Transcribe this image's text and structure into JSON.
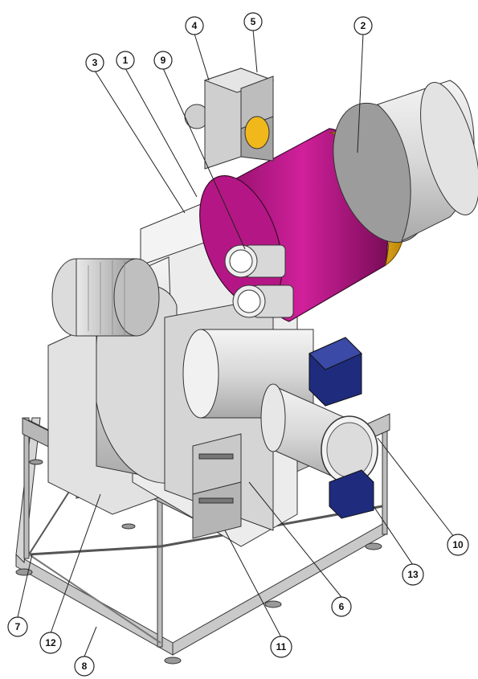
{
  "callouts": [
    {
      "id": "c1",
      "label": "1"
    },
    {
      "id": "c2",
      "label": "2"
    },
    {
      "id": "c3",
      "label": "3"
    },
    {
      "id": "c4",
      "label": "4"
    },
    {
      "id": "c5",
      "label": "5"
    },
    {
      "id": "c6",
      "label": "6"
    },
    {
      "id": "c7",
      "label": "7"
    },
    {
      "id": "c8",
      "label": "8"
    },
    {
      "id": "c9",
      "label": "9"
    },
    {
      "id": "c10",
      "label": "10"
    },
    {
      "id": "c11",
      "label": "11"
    },
    {
      "id": "c12",
      "label": "12"
    },
    {
      "id": "c13",
      "label": "13"
    }
  ],
  "colors": {
    "housing_magenta": "#c2178f",
    "flange_yellow": "#f0b81a",
    "actuator_blue": "#1d2a78",
    "body_grey": "#d9d9d9",
    "frame_grey": "#bfbfbf"
  }
}
